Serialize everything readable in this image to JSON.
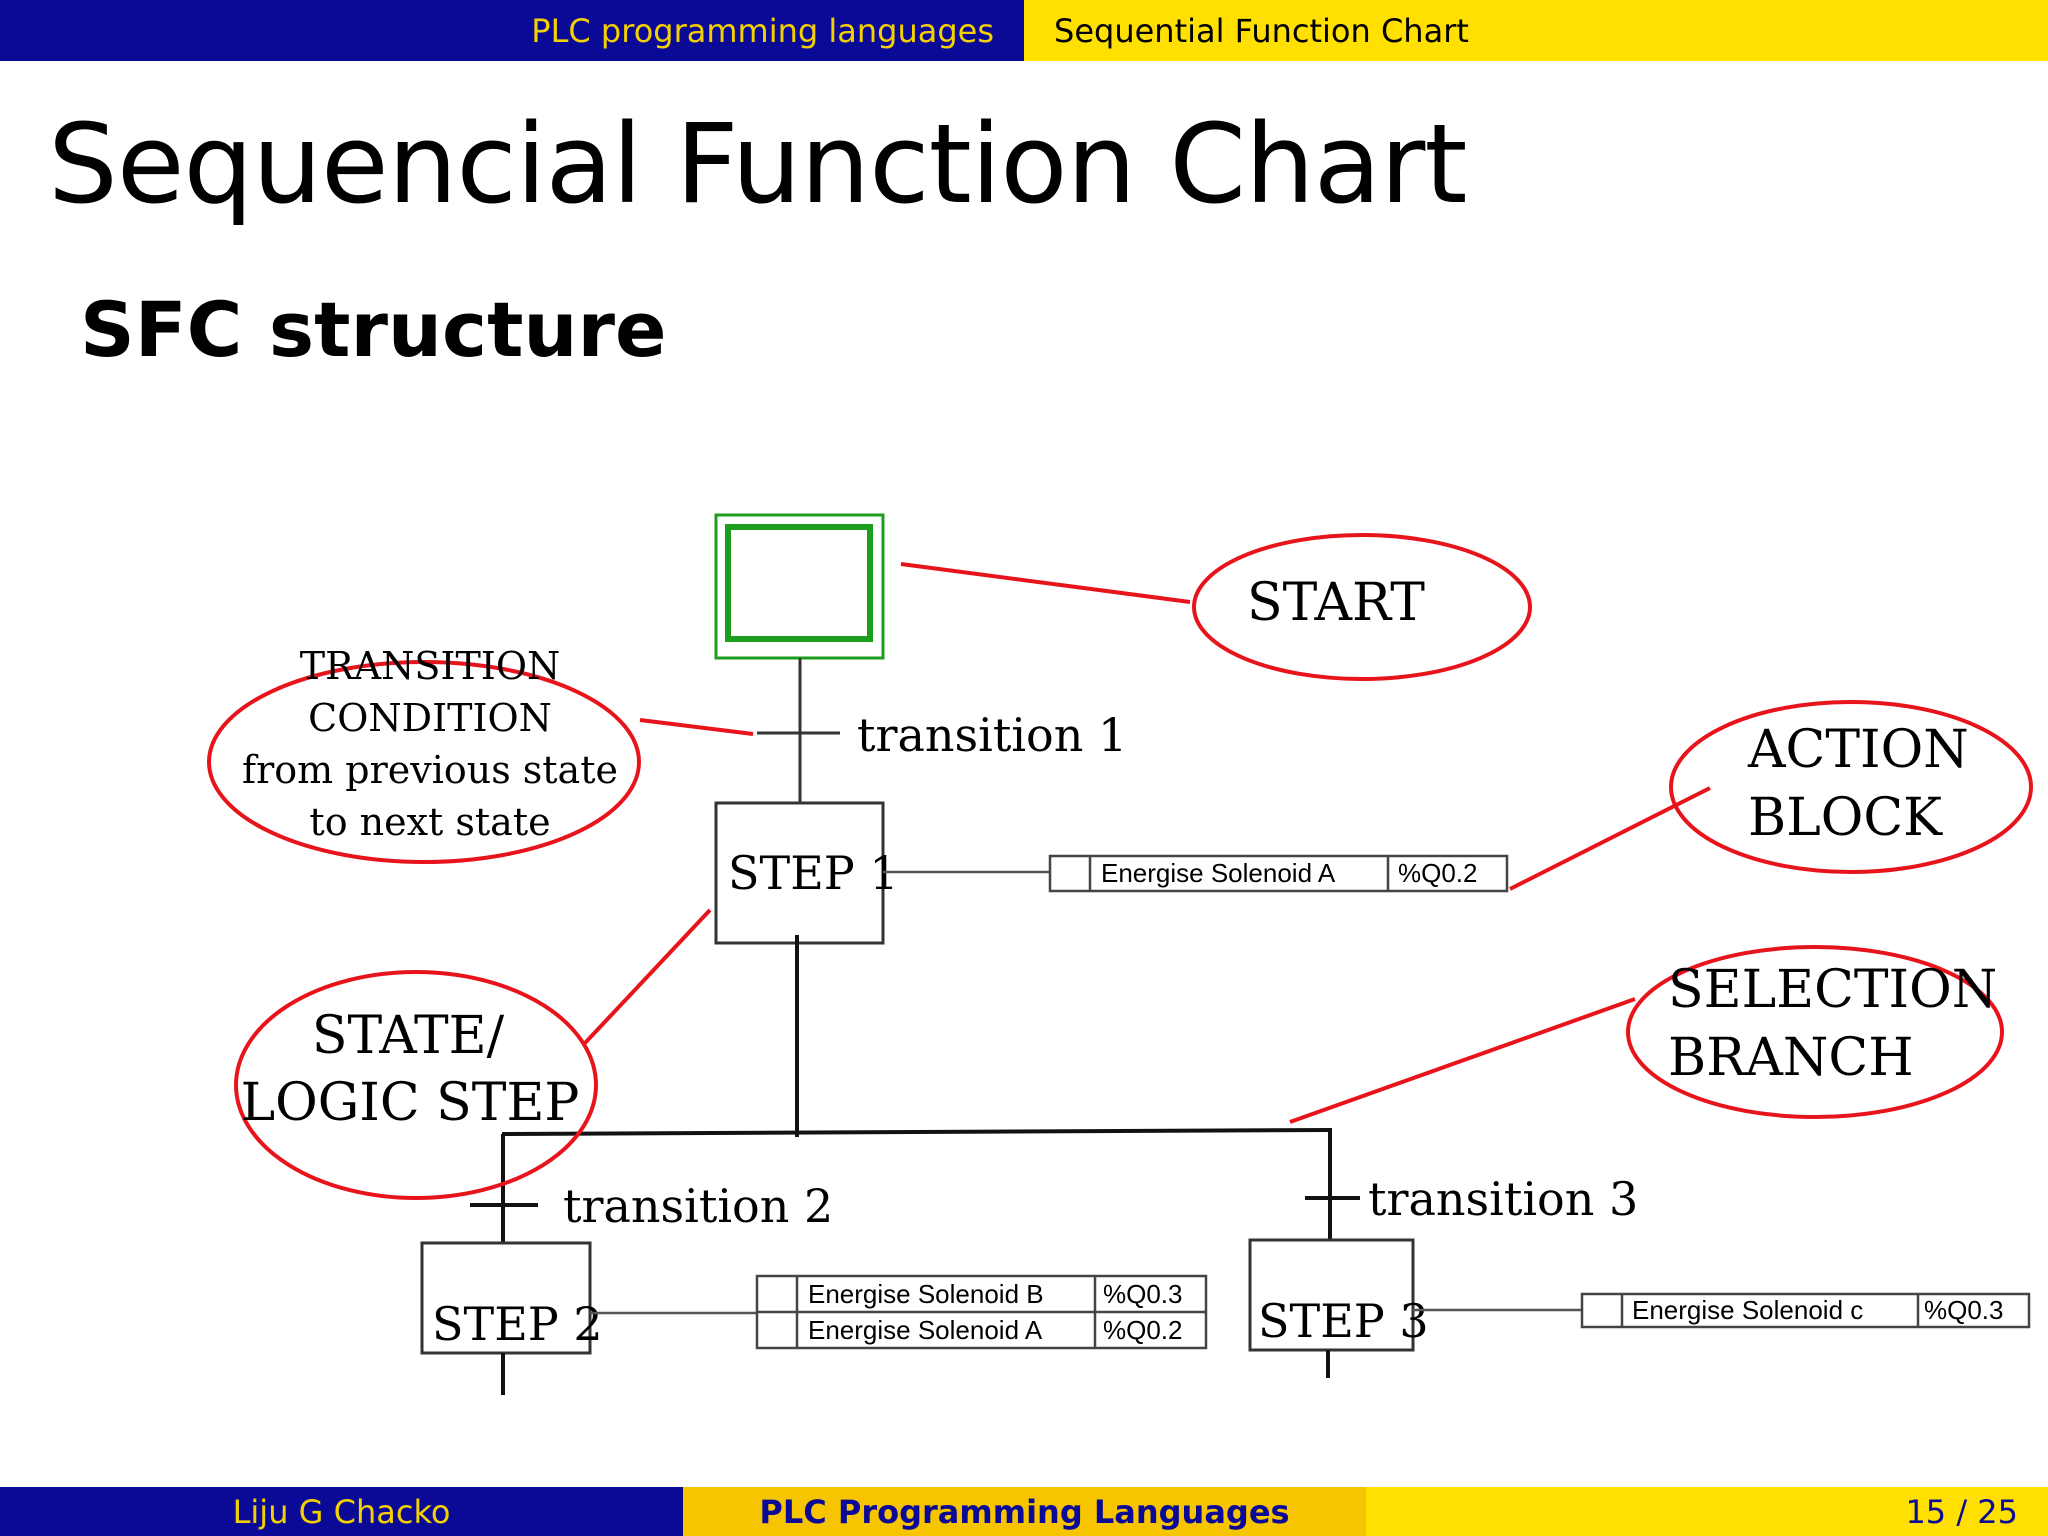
{
  "header": {
    "section": "PLC programming languages",
    "subsection": "Sequential Function Chart"
  },
  "title": "Sequencial Function Chart",
  "subtitle": "SFC structure",
  "diagram": {
    "callouts": {
      "start": "START",
      "transition_condition": [
        "TRANSITION",
        "CONDITION",
        "from previous state",
        "to next state"
      ],
      "action_block": [
        "ACTION",
        "BLOCK"
      ],
      "selection_branch": [
        "SELECTION",
        "BRANCH"
      ],
      "state_logic_step": [
        "STATE/",
        "LOGIC STEP"
      ]
    },
    "steps": {
      "step1": "STEP 1",
      "step2": "STEP 2",
      "step3": "STEP 3"
    },
    "transitions": {
      "t1": "transition 1",
      "t2": "transition 2",
      "t3": "transition 3"
    },
    "actions": {
      "step1": [
        {
          "label": "Energise Solenoid A",
          "address": "%Q0.2"
        }
      ],
      "step2": [
        {
          "label": "Energise Solenoid B",
          "address": "%Q0.3"
        },
        {
          "label": "Energise Solenoid A",
          "address": "%Q0.2"
        }
      ],
      "step3": [
        {
          "label": "Energise Solenoid c",
          "address": "%Q0.3"
        }
      ]
    }
  },
  "footer": {
    "author": "Liju G Chacko",
    "course": "PLC Programming Languages",
    "page": "15 / 25"
  },
  "colors": {
    "header_blue": "#0a0a96",
    "header_yellow": "#ffe000",
    "footer_mid": "#f7c400",
    "callout_red": "#e8141c",
    "start_green": "#1e9e1e"
  }
}
